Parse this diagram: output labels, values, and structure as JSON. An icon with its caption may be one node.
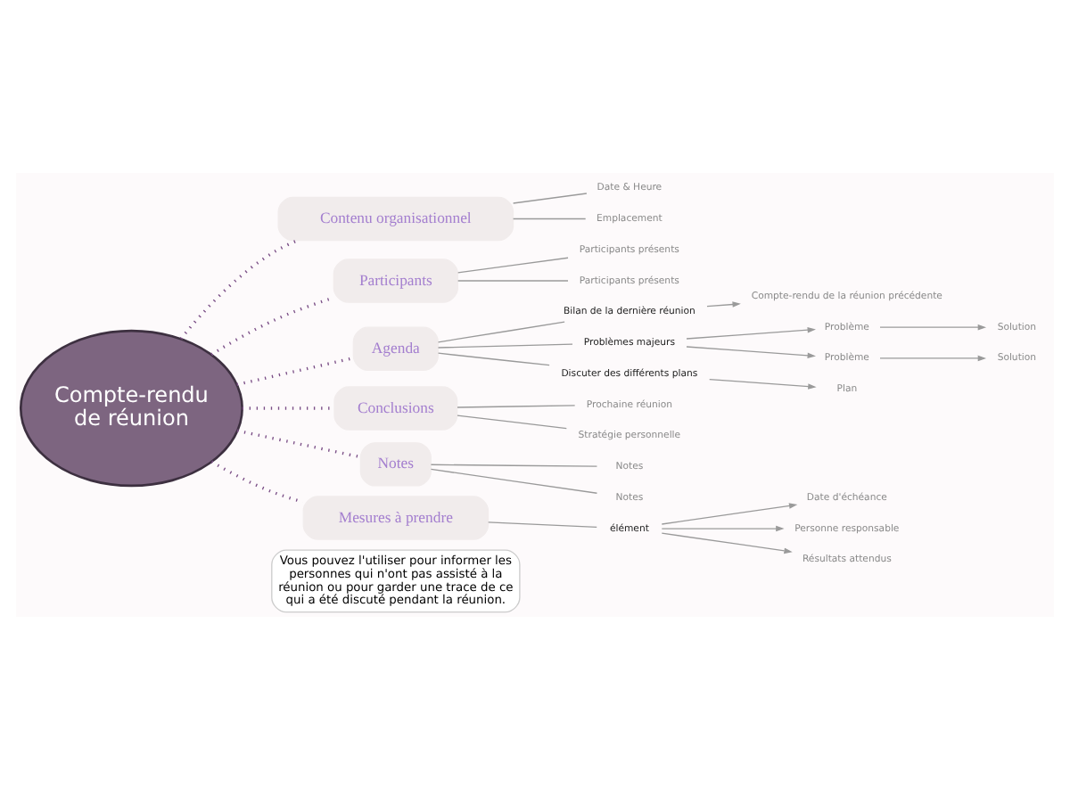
{
  "diagram": {
    "nodes": [
      {
        "text": [
          "Compte-rendu de réunion"
        ]
      },
      {
        "text": [
          "Contenu organisationnel"
        ]
      },
      {
        "text": [
          "Date & Heure"
        ]
      },
      {
        "text": [
          "Emplacement"
        ]
      },
      {
        "text": [
          "Participants"
        ]
      },
      {
        "text": [
          "Participants présents"
        ]
      },
      {
        "text": [
          "Participants présents"
        ]
      },
      {
        "text": [
          "Agenda"
        ]
      },
      {
        "text": [
          "Bilan de la dernière réunion"
        ]
      },
      {
        "text": [
          "Compte-rendu de la réunion précédente"
        ]
      },
      {
        "text": [
          "Problèmes majeurs"
        ]
      },
      {
        "text": [
          "Problème"
        ]
      },
      {
        "text": [
          "Solution"
        ]
      },
      {
        "text": [
          "Problème"
        ]
      },
      {
        "text": [
          "Solution"
        ]
      },
      {
        "text": [
          "Discuter des différents plans"
        ]
      },
      {
        "text": [
          "Plan"
        ]
      },
      {
        "text": [
          "Conclusions"
        ]
      },
      {
        "text": [
          "Prochaine réunion"
        ]
      },
      {
        "text": [
          "Stratégie personnelle"
        ]
      },
      {
        "text": [
          "Notes"
        ]
      },
      {
        "text": [
          "Notes"
        ]
      },
      {
        "text": [
          "Notes"
        ]
      },
      {
        "text": [
          "Mesures à prendre"
        ]
      },
      {
        "text": [
          "élément"
        ]
      },
      {
        "text": [
          "Date d'échéance"
        ]
      },
      {
        "text": [
          "Personne responsable"
        ]
      },
      {
        "text": [
          "Résultats attendus"
        ]
      }
    ],
    "edges": [
      {
        "from": 0,
        "to": 1,
        "arrow": "none",
        "style": "dashed",
        "color": "#7a4e86"
      },
      {
        "from": 1,
        "to": 2,
        "arrow": "none"
      },
      {
        "from": 1,
        "to": 3,
        "arrow": "none"
      },
      {
        "from": 0,
        "to": 4,
        "arrow": "none",
        "style": "dashed",
        "color": "#7a4e86"
      },
      {
        "from": 4,
        "to": 5,
        "arrow": "none"
      },
      {
        "from": 4,
        "to": 6,
        "arrow": "none"
      },
      {
        "from": 0,
        "to": 7,
        "arrow": "none",
        "style": "dashed",
        "color": "#7a4e86"
      },
      {
        "from": 7,
        "to": 8,
        "arrow": "none"
      },
      {
        "from": 8,
        "to": 9,
        "arrow": "to"
      },
      {
        "from": 7,
        "to": 10,
        "arrow": "none"
      },
      {
        "from": 10,
        "to": 11,
        "arrow": "to"
      },
      {
        "from": 11,
        "to": 12,
        "arrow": "to"
      },
      {
        "from": 10,
        "to": 13,
        "arrow": "to"
      },
      {
        "from": 13,
        "to": 14,
        "arrow": "to"
      },
      {
        "from": 7,
        "to": 15,
        "arrow": "none"
      },
      {
        "from": 15,
        "to": 16,
        "arrow": "to"
      },
      {
        "from": 0,
        "to": 17,
        "arrow": "none",
        "style": "dashed",
        "color": "#7a4e86"
      },
      {
        "from": 17,
        "to": 18,
        "arrow": "none"
      },
      {
        "from": 17,
        "to": 19,
        "arrow": "none"
      },
      {
        "from": 0,
        "to": 20,
        "arrow": "none",
        "style": "dashed",
        "color": "#7a4e86"
      },
      {
        "from": 20,
        "to": 21,
        "arrow": "none"
      },
      {
        "from": 20,
        "to": 22,
        "arrow": "none"
      },
      {
        "from": 0,
        "to": 23,
        "arrow": "none",
        "style": "dashed",
        "color": "#7a4e86"
      },
      {
        "from": 23,
        "to": 24,
        "arrow": "none"
      },
      {
        "from": 24,
        "to": 25,
        "arrow": "to"
      },
      {
        "from": 24,
        "to": 26,
        "arrow": "to"
      },
      {
        "from": 24,
        "to": 27,
        "arrow": "to"
      }
    ],
    "labels": [
      "Vous pouvez l'utiliser pour informer les personnes qui n'ont pas assisté à la réunion ou pour garder une trace de ce qui a été discuté pendant la réunion."
    ]
  }
}
